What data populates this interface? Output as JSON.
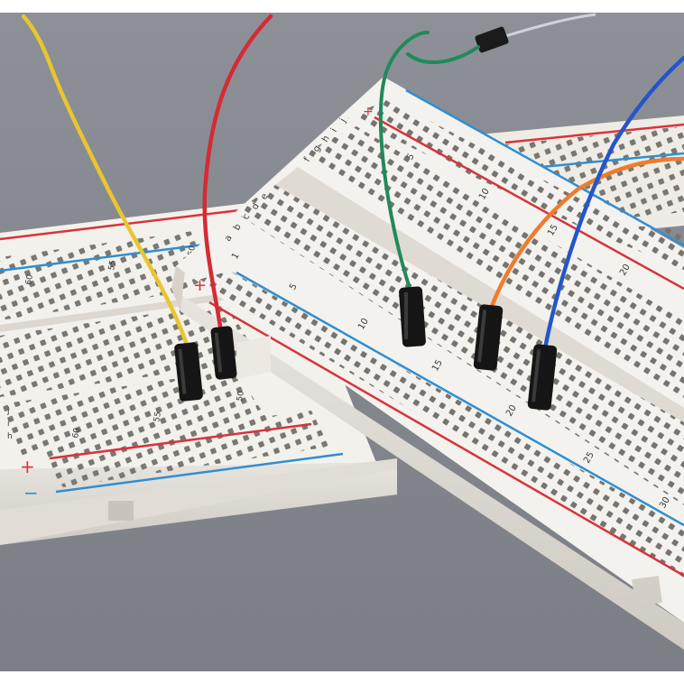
{
  "scene": {
    "background_color": "#8a8d94",
    "board_color": "#f4f2ee",
    "rail_red": "#d9333b",
    "rail_blue": "#2f8fd1"
  },
  "back_board": {
    "plus_sign": "+",
    "minus_sign": "−",
    "column_numbers": [
      "60",
      "55",
      "50",
      "55",
      "60"
    ],
    "row_letters": [
      "j",
      "i",
      "h"
    ]
  },
  "front_board": {
    "plus_sign": "+",
    "row_letters_left": [
      "a",
      "b",
      "c",
      "d",
      "e"
    ],
    "row_letters_right": [
      "f",
      "g",
      "h",
      "i",
      "j"
    ],
    "column_numbers": [
      "1",
      "5",
      "10",
      "15",
      "20",
      "25",
      "30"
    ],
    "upper_numbers": [
      "5",
      "10",
      "15",
      "20"
    ]
  },
  "wires": [
    {
      "name": "yellow-wire",
      "color": "#e8c630"
    },
    {
      "name": "red-wire",
      "color": "#d62a35"
    },
    {
      "name": "green-wire",
      "color": "#1f8a5a"
    },
    {
      "name": "orange-wire",
      "color": "#ef7b2e"
    },
    {
      "name": "blue-wire",
      "color": "#2456c9"
    },
    {
      "name": "gray-wire",
      "color": "#cfd2d8"
    }
  ]
}
